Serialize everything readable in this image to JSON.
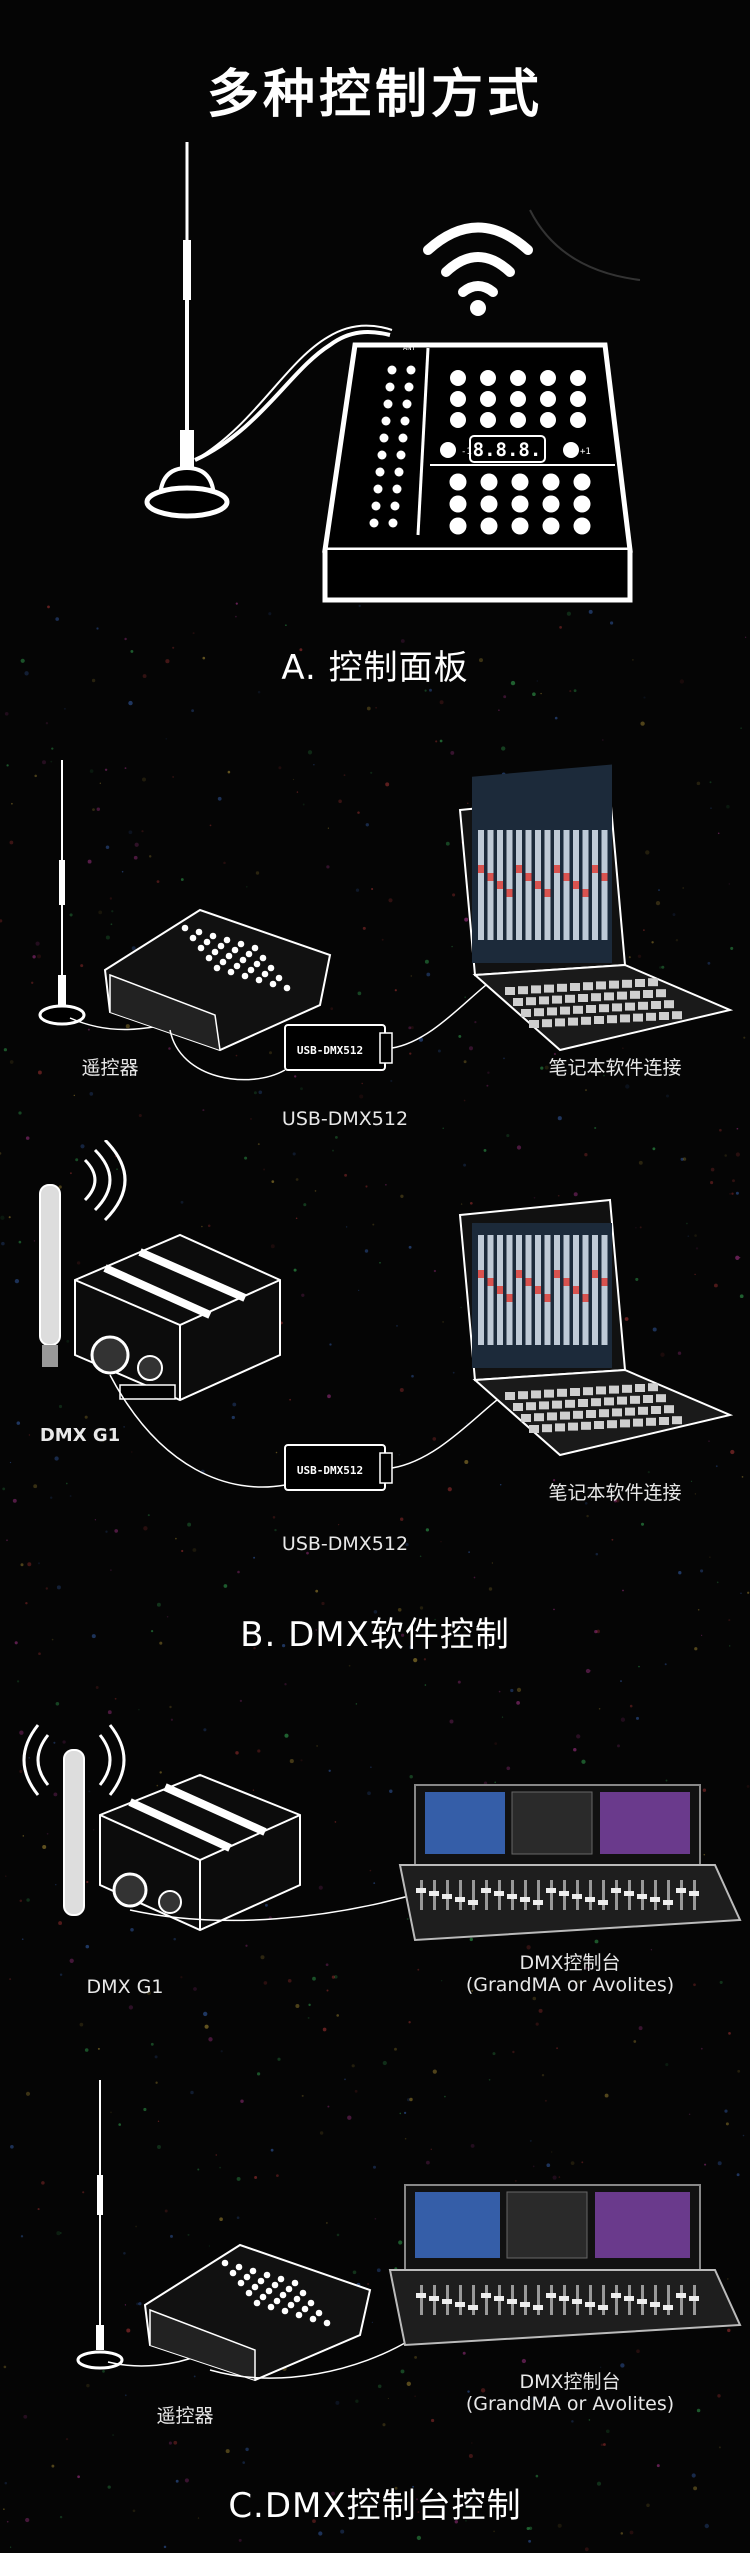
{
  "title": "多种控制方式",
  "section_a": {
    "heading": "A. 控制面板",
    "panel_display": "8.8.8.",
    "minus_button": "-1",
    "plus_button": "+1",
    "ant_label": "ANT"
  },
  "section_b": {
    "heading": "B. DMX软件控制",
    "row1": {
      "remote_label": "遥控器",
      "adapter_badge": "USB-DMX512",
      "adapter_label": "USB-DMX512",
      "laptop_label": "笔记本软件连接"
    },
    "row2": {
      "device_label": "DMX G1",
      "adapter_badge": "USB-DMX512",
      "adapter_label": "USB-DMX512",
      "laptop_label": "笔记本软件连接"
    }
  },
  "section_c": {
    "heading": "C.DMX控制台控制",
    "row1": {
      "device_label": "DMX G1",
      "console_label": "DMX控制台",
      "console_sub": "(GrandMA or Avolites)"
    },
    "row2": {
      "remote_label": "遥控器",
      "console_label": "DMX控制台",
      "console_sub": "(GrandMA or Avolites)"
    }
  },
  "colors": {
    "background": "#050505",
    "line": "#ffffff",
    "star_palette": [
      "#ff4d4d",
      "#4dff7a",
      "#4d8cff",
      "#ffd54d",
      "#ff4dd2"
    ]
  }
}
